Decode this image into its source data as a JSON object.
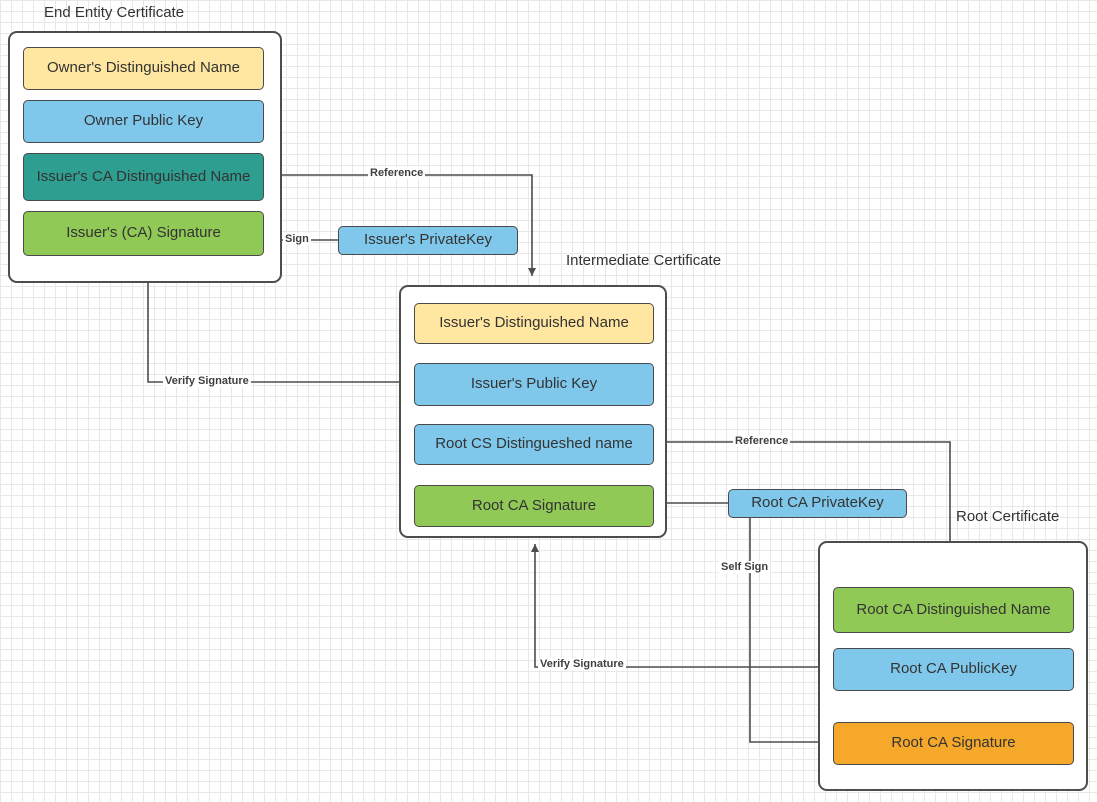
{
  "diagram": {
    "groups": [
      {
        "title": "End Entity Certificate",
        "boxes": [
          {
            "label": "Owner's Distinguished Name",
            "color": "#ffe6a1"
          },
          {
            "label": "Owner Public  Key",
            "color": "#7fc8eb"
          },
          {
            "label": "Issuer's CA Distinguished Name",
            "color": "#2d9e90"
          },
          {
            "label": "Issuer's (CA) Signature",
            "color": "#90c956"
          }
        ]
      },
      {
        "title": "Intermediate Certificate",
        "boxes": [
          {
            "label": "Issuer's Distinguished Name",
            "color": "#ffe6a1"
          },
          {
            "label": "Issuer's Public  Key",
            "color": "#7fc8eb"
          },
          {
            "label": "Root CS Distingueshed name",
            "color": "#7fc8eb"
          },
          {
            "label": "Root CA Signature",
            "color": "#90c956"
          }
        ]
      },
      {
        "title": "Root Certificate",
        "boxes": [
          {
            "label": "Root CA Distinguished Name",
            "color": "#90c956"
          },
          {
            "label": "Root CA PublicKey",
            "color": "#7fc8eb"
          },
          {
            "label": "Root CA Signature",
            "color": "#f5a829"
          }
        ]
      }
    ],
    "keys": [
      {
        "label": "Issuer's PrivateKey",
        "color": "#7fc8eb"
      },
      {
        "label": "Root CA PrivateKey",
        "color": "#7fc8eb"
      }
    ],
    "edge_labels": {
      "reference_end_to_intermediate": "Reference",
      "sign": "Sign",
      "verify_signature_intermediate_to_end": "Verify Signature",
      "reference_intermediate_to_root": "Reference",
      "self_sign": "Self Sign",
      "verify_signature_root_to_intermediate": "Verify Signature"
    },
    "colors": {
      "box_yellow": "#ffe6a1",
      "box_blue": "#7fc8eb",
      "box_teal": "#2d9e90",
      "box_green": "#90c956",
      "box_orange": "#f5a829",
      "line": "#4d4d4d",
      "grid": "#e8e8e8"
    }
  }
}
